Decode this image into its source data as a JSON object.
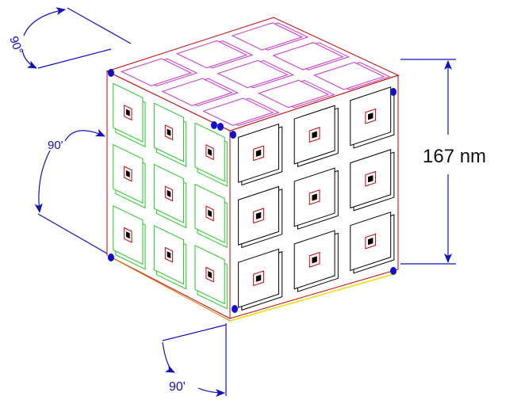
{
  "annotations": {
    "top_angle": "90°",
    "left_angle": "90'",
    "bottom_angle": "90'",
    "height_dimension": "167 nm"
  },
  "colors": {
    "dimension": "#1010c0",
    "left_face_tiles": "#22cc22",
    "right_face_tiles": "#000000",
    "top_face_tiles": "#cc33cc",
    "edges": "#cc0000",
    "corner_dots": "#1010d0",
    "bottom_edge": "#e8e000"
  }
}
